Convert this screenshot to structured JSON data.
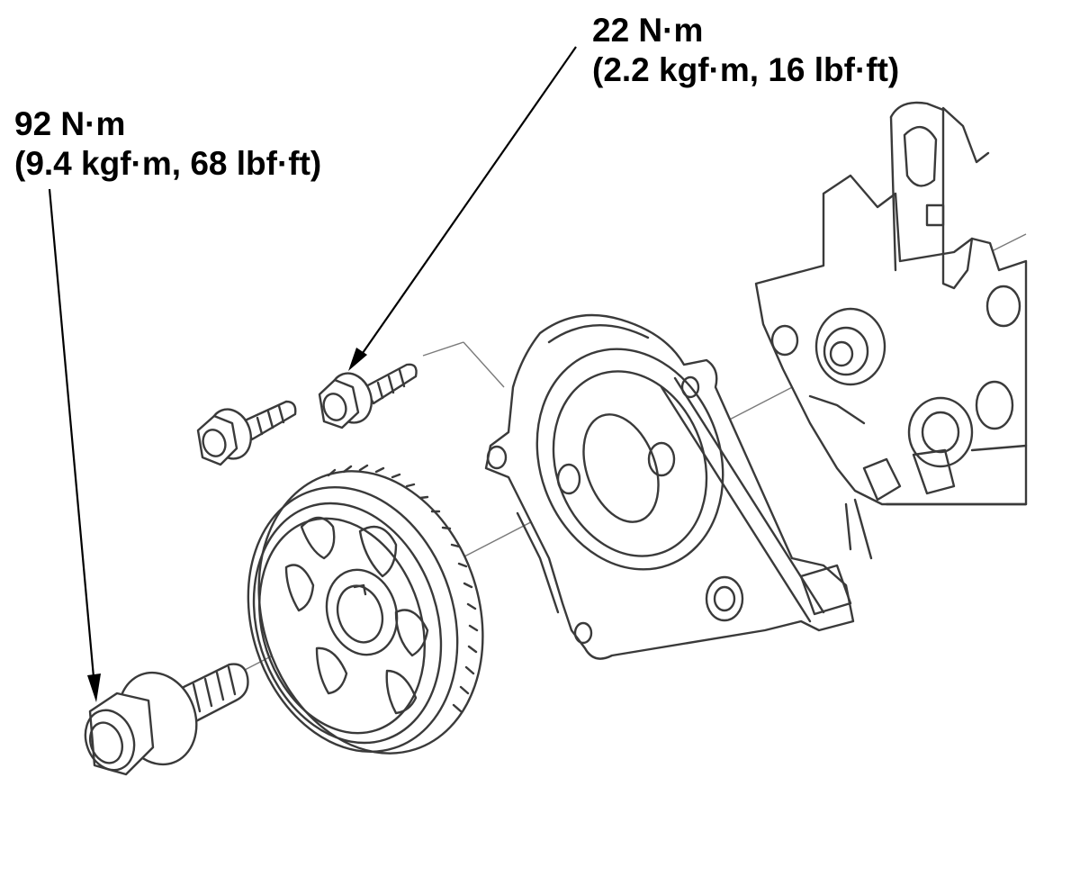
{
  "callouts": {
    "crank_bolt": {
      "torque_nm": "92 N·m",
      "torque_alt": "(9.4 kgf·m, 68 lbf·ft)"
    },
    "cover_bolts": {
      "torque_nm": "22 N·m",
      "torque_alt": "(2.2 kgf·m, 16 lbf·ft)"
    }
  }
}
